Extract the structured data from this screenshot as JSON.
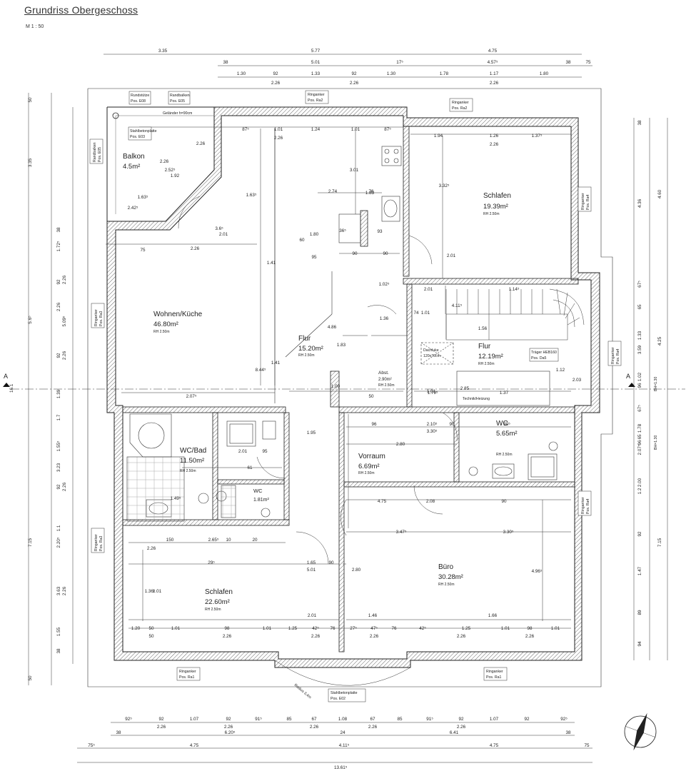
{
  "header": {
    "title": "Grundriss Obergeschoss",
    "scale": "M 1 : 50"
  },
  "section_marker": {
    "letter": "A"
  },
  "rooms": [
    {
      "key": "balkon",
      "name": "Balkon",
      "area": "4.5m²",
      "rh": ""
    },
    {
      "key": "wohnen",
      "name": "Wohnen/Küche",
      "area": "46.80m²",
      "rh": "RH 2.50m"
    },
    {
      "key": "schlafen1",
      "name": "Schlafen",
      "area": "19.39m²",
      "rh": "RH 2.50m"
    },
    {
      "key": "flur1",
      "name": "Flur",
      "area": "15.20m²",
      "rh": "RH 2.50m"
    },
    {
      "key": "flur2",
      "name": "Flur",
      "area": "12.19m²",
      "rh": "RH 2.50m"
    },
    {
      "key": "abst",
      "name": "Abst.",
      "area": "2.90m²",
      "rh": "RH 2.50m"
    },
    {
      "key": "wcbad",
      "name": "WC/Bad",
      "area": "11.50m²",
      "rh": "RH 2.50m"
    },
    {
      "key": "wc1",
      "name": "WC",
      "area": "1.81m²",
      "rh": ""
    },
    {
      "key": "vorraum",
      "name": "Vorraum",
      "area": "6.69m²",
      "rh": "RH 2.50m"
    },
    {
      "key": "wc2",
      "name": "WC",
      "area": "5.65m²",
      "rh": "RH 2.50m"
    },
    {
      "key": "schlafen2",
      "name": "Schlafen",
      "area": "22.60m²",
      "rh": "RH 2.50m"
    },
    {
      "key": "buero",
      "name": "Büro",
      "area": "30.28m²",
      "rh": "RH 2.50m"
    }
  ],
  "tags": {
    "rundstuetze": [
      "Rundstütze",
      "Pos. E08"
    ],
    "randbalken_top": [
      "Randbalken",
      "Pos. E05"
    ],
    "ringanker_top": [
      "Ringanker",
      "Pos. Ra2"
    ],
    "ringanker_top_right": [
      "Ringanker",
      "Pos. Ra2"
    ],
    "stahlbetonplatte": [
      "Stahlbetonplatte",
      "Pos. E03"
    ],
    "gelaender": "Geländer h=90cm",
    "ringanker_right": [
      "Ringanker",
      "Pos. Ra4"
    ],
    "ringanker_left": [
      "Ringanker",
      "Pos. Ra3"
    ],
    "ringanker_left2": [
      "Ringanker",
      "Pos. Ra3"
    ],
    "ringanker_right2": [
      "Ringanker",
      "Pos. Ra4"
    ],
    "traeger": [
      "Träger HEB160",
      "Pos. Da5"
    ],
    "ringanker_bottom_left": [
      "Ringanker",
      "Pos. Ra1"
    ],
    "ringanker_bottom_right": [
      "Ringanker",
      "Pos. Ra1"
    ],
    "stahlbeton_bottom": [
      "Stahlbetonplatte",
      "Pos. E02"
    ],
    "dachluke": [
      "Dachluke",
      "120x70cm"
    ],
    "technik": "Technik/Heizung",
    "bh130_right": "BH=1.30",
    "bh130_right2": "BH=1.30",
    "radius": "Radius 3,4m"
  },
  "dims": {
    "top_row1": [
      "3.35",
      "5.77",
      "4.75"
    ],
    "top_row2": [
      "38",
      "5.01",
      "17⁵",
      "4.57⁵",
      "38",
      "75"
    ],
    "top_row3": [
      "1.30",
      "92",
      "1.33",
      "92",
      "1.30",
      "1.78",
      "1.17",
      "1.80"
    ],
    "top_row3_sub": [
      "2.26",
      "2.26",
      "2.26"
    ],
    "bottom_row1": [
      "92⁵",
      "92",
      "1.07",
      "92",
      "91⁵",
      "85",
      "67",
      "1.08",
      "67",
      "85",
      "91⁵",
      "92",
      "1.07",
      "92",
      "92⁵"
    ],
    "bottom_row1_sub": [
      "2.26",
      "2.26",
      "2.26",
      "2.26",
      "2.26"
    ],
    "bottom_row2": [
      "38",
      "6.20⁵",
      "24",
      "6.41",
      "38"
    ],
    "bottom_row3": [
      "75⁵",
      "4.75",
      "4.11⁵",
      "4.75",
      "75"
    ],
    "bottom_total": "13.61⁵",
    "left_outer": [
      "50",
      "3.35",
      "5.6⁵",
      "7.15",
      "50"
    ],
    "left_total": "16.1",
    "left_inner": [
      "38",
      "1.72⁵",
      "92",
      "2.26",
      "92",
      "1.39",
      "1.7",
      "1.55⁵",
      "3.23",
      "92",
      "1.1",
      "2.20⁵",
      "3.63",
      "1.55",
      "38"
    ],
    "left_inner_sub": [
      "2.26",
      "5.09⁵",
      "2.26",
      "2.26",
      "2.26"
    ],
    "right_outer": [
      "4.60",
      "4.25",
      "7.15"
    ],
    "right_inner": [
      "38",
      "4.36",
      "67⁵",
      "65",
      "1.33",
      "3.59",
      "1.02",
      "96",
      "67⁵",
      "1.78",
      "65",
      "96",
      "2.07⁵",
      "2.00",
      "1.2",
      "92",
      "1.47",
      "89",
      "94"
    ],
    "interior": [
      "87⁵",
      "1.01",
      "1.24",
      "1.01",
      "87⁵",
      "1.94",
      "1.26",
      "1.37⁵",
      "2.26",
      "2.26",
      "3.01",
      "1.83",
      "3.32⁵",
      "2.01",
      "90",
      "90",
      "93",
      "60",
      "1.80",
      "95",
      "75",
      "1.41",
      "8.44⁵",
      "2.07⁵",
      "4.86",
      "1.83",
      "1.36",
      "1.02⁵",
      "74",
      "1.01",
      "2.01",
      "1.14⁵",
      "4.11⁵",
      "1.56",
      "50",
      "1.79⁵",
      "1.37",
      "2.85",
      "1.00",
      "1.12",
      "2.03",
      "96",
      "2.10⁵",
      "90",
      "30⁵",
      "2.80",
      "3.30⁵",
      "2.01",
      "95",
      "61",
      "1.95",
      "150",
      "2.65⁵",
      "10",
      "20",
      "1.65",
      "90",
      "29⁵",
      "5.01",
      "2.01",
      "1.46",
      "1.66",
      "4.75",
      "2.08",
      "90",
      "3.47⁵",
      "3.30⁵",
      "2.80",
      "4.96⁵",
      "1.36⁵",
      "1.01",
      "2.26",
      "1.49⁵",
      "1.20",
      "50",
      "1.01",
      "98",
      "1.01",
      "1.25",
      "42⁵",
      "76",
      "27⁵",
      "47⁵",
      "76",
      "42⁵",
      "1.25",
      "1.01",
      "98",
      "1.01",
      "50",
      "2.26",
      "2.26",
      "2.26",
      "2.26",
      "2.26",
      "2.26",
      "2.52⁵",
      "1.92",
      "2.26",
      "2.42⁵",
      "1.63⁵",
      "1.63⁵",
      "3.6⁵",
      "2.01",
      "2.26",
      "2.74",
      "36⁵",
      "1.41",
      "76",
      "1.01",
      "1.83",
      "2.50"
    ]
  }
}
